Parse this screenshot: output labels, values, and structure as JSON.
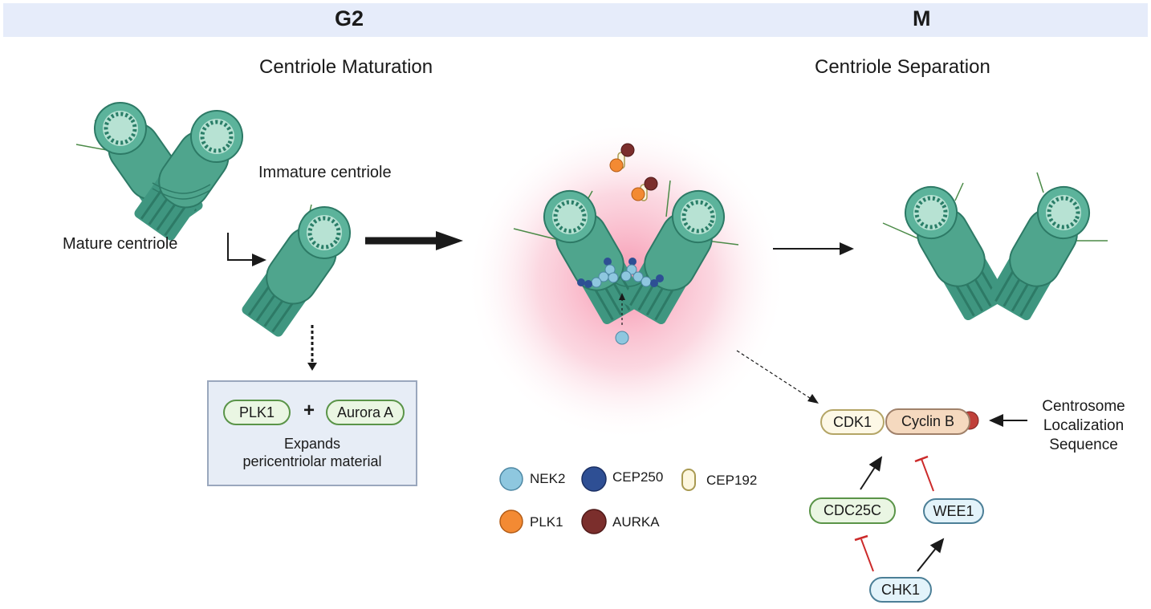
{
  "phases": {
    "left": "G2",
    "right": "M"
  },
  "headings": {
    "maturation": "Centriole Maturation",
    "separation": "Centriole Separation"
  },
  "labels": {
    "immature": "Immature centriole",
    "mature": "Mature centriole",
    "plus": "+",
    "expands": "Expands\npericentriolar material",
    "csl": "Centrosome\nLocalization\nSequence"
  },
  "box": {
    "left_pill": "PLK1",
    "right_pill": "Aurora A"
  },
  "legend": [
    {
      "label": "NEK2",
      "icon": "light-blue-sphere"
    },
    {
      "label": "CEP250",
      "icon": "dark-blue-sphere"
    },
    {
      "label": "CEP192",
      "icon": "olive-capsule"
    },
    {
      "label": "PLK1",
      "icon": "orange-sphere"
    },
    {
      "label": "AURKA",
      "icon": "maroon-sphere"
    }
  ],
  "pathway": {
    "cdk1": "CDK1",
    "cyclinb": "Cyclin B",
    "cdc25c": "CDC25C",
    "wee1": "WEE1",
    "chk1": "CHK1"
  },
  "colors": {
    "centriole": "#4fa58d",
    "centriole_dark": "#2d7a66",
    "phase_bar": "#e6ecfa",
    "pcm_glow": "#f7a8bd",
    "inhibition": "#cc2a2a"
  }
}
